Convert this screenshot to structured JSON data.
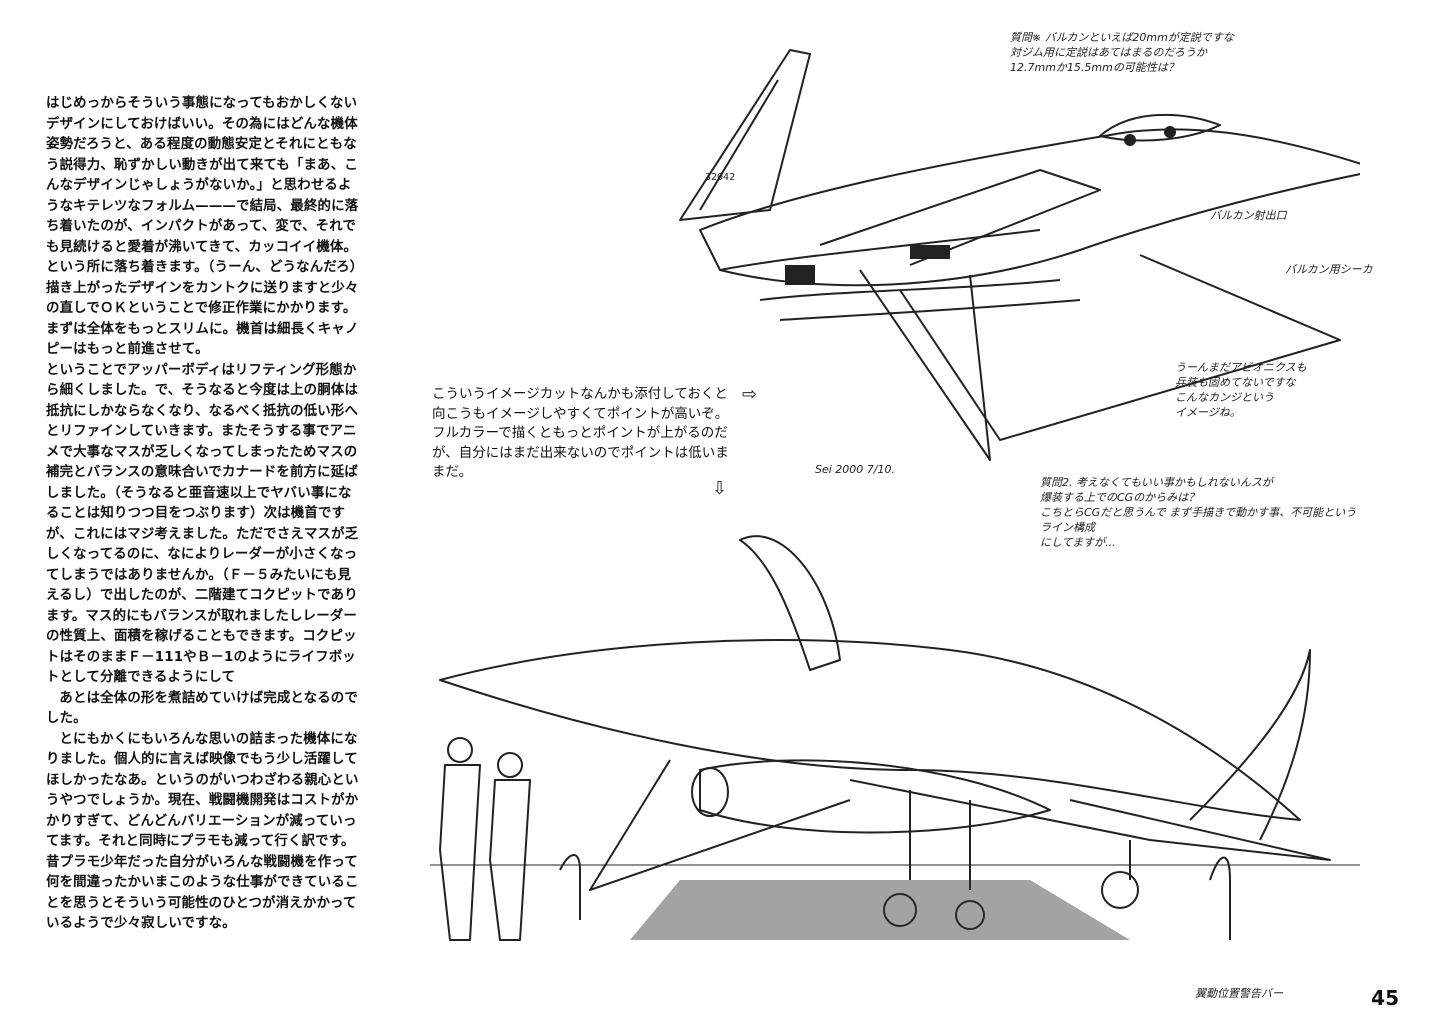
{
  "body_text": [
    "はじめっからそういう事態になってもおかしくないデザインにしておけばいい。その為にはどんな機体姿勢だろうと、ある程度の動態安定とそれにともなう説得力、恥ずかしい動きが出て来ても「まあ、こんなデザインじゃしょうがないか。」と思わせるようなキテレツなフォルム———で結局、最終的に落ち着いたのが、インパクトがあって、変で、それでも見続けると愛着が沸いてきて、カッコイイ機体。という所に落ち着きます。（うーん、どうなんだろ）描き上がったデザインをカントクに送りますと少々の直しでＯＫということで修正作業にかかります。まずは全体をもっとスリムに。機首は細長くキャノピーはもっと前進させて。",
    "ということでアッパーボディはリフティング形態から細くしました。で、そうなると今度は上の胴体は抵抗にしかならなくなり、なるべく抵抗の低い形へとリファインしていきます。またそうする事でアニメで大事なマスが乏しくなってしまったためマスの補完とバランスの意味合いでカナードを前方に延ばしました。（そうなると亜音速以上でヤバい事になることは知りつつ目をつぶります）次は機首ですが、これにはマジ考えました。ただでさえマスが乏しくなってるのに、なによりレーダーが小さくなってしまうではありませんか。（Ｆ－５みたいにも見えるし）で出したのが、二階建てコクピットであります。マス的にもバランスが取れましたしレーダーの性質上、面積を稼げることもできます。コクピットはそのままＦ－111やＢ－1のようにライフボットとして分離できるようにして",
    "あとは全体の形を煮詰めていけば完成となるのでした。",
    "とにもかくにもいろんな思いの詰まった機体になりました。個人的に言えば映像でもう少し活躍してほしかったなあ。というのがいつわざわる親心というやつでしょうか。現在、戦闘機開発はコストがかかりすぎて、どんどんバリエーションが減っていってます。それと同時にプラモも減って行く訳です。昔プラモ少年だった自分がいろんな戦闘機を作って何を間違ったかいまこのような仕事ができていることを思うとそういう可能性のひとつが消えかかっているようで少々寂しいですな。"
  ],
  "caption": [
    "こういうイメージカットなんかも添付しておくと向こうもイメージしやすくてポイントが高いぞ。フルカラーで描くともっとポイントが上がるのだが、自分にはまだ出来ないのでポイントは低いままだ。"
  ],
  "notes": {
    "top_right": [
      "質問※ バルカンといえば20mmが定説ですな",
      "対ジム用に定説はあてはまるのだろうか",
      "12.7mmか15.5mmの可能性は？"
    ],
    "vulcan_port": "バルカン射出口",
    "vulcan_seeker": "バルカン用シーカ",
    "avionics": [
      "うーんまだアビオニクスも",
      "兵装も固めてないですな",
      "こんなカンジという",
      "イメージね。"
    ],
    "signature": "Sei 2000 7/10.",
    "question2": [
      "質問2. 考えなくてもいい事かもしれないんスが",
      "爆装する上でのCGのからみは？",
      "こちとらCGだと思うんで まず手描きで動かす事、不可能というライン構成",
      "にしてますが..."
    ],
    "bar_note": "翼動位置警告バー",
    "serial": "32042"
  },
  "page_number": "45"
}
